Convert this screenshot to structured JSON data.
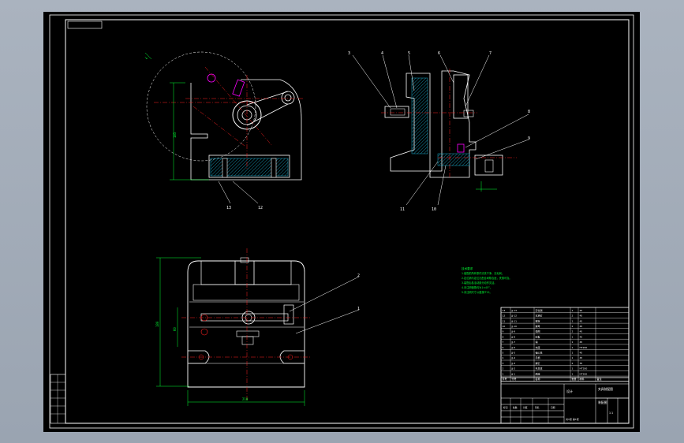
{
  "drawing": {
    "colors": {
      "background": "#000000",
      "outline": "#ffffff",
      "center_line": "#ff2020",
      "dimension": "#00ff33",
      "hatch": "#19a8c8",
      "pin": "#ff00ff",
      "frame_bg": "#a9b2be"
    },
    "balloon_labels": {
      "side_view": [
        "3",
        "4",
        "5",
        "6",
        "7",
        "8",
        "9",
        "11",
        "10"
      ],
      "front_view": [
        "13",
        "12"
      ],
      "top_view": [
        "2",
        "1"
      ]
    },
    "tech_notes_title": "技术要求",
    "tech_notes": [
      "1.装配前所有零件清洗干净，无毛刺。",
      "2.定位销与定位孔配合间隙合适，夹紧可靠。",
      "3.装配后各活动部分动作灵活。",
      "4.未注明倒角均为1×45°。",
      "5.未注明尺寸公差按IT12。"
    ],
    "dimension_text": {
      "front_height": "185",
      "top_width": "210",
      "top_height": "180",
      "top_offset": "60"
    },
    "parts_list_rows": [
      [
        "13",
        "JJ-13",
        "定位销",
        "1",
        "45",
        ""
      ],
      [
        "12",
        "JJ-12",
        "支承钉",
        "2",
        "45",
        ""
      ],
      [
        "11",
        "JJ-11",
        "螺栓",
        "1",
        "45",
        ""
      ],
      [
        "10",
        "JJ-10",
        "螺母",
        "2",
        "45",
        ""
      ],
      [
        "9",
        "JJ-9",
        "垫圈",
        "2",
        "45",
        ""
      ],
      [
        "8",
        "JJ-8",
        "压板",
        "1",
        "45",
        ""
      ],
      [
        "7",
        "JJ-7",
        "销",
        "1",
        "45",
        ""
      ],
      [
        "6",
        "JJ-6",
        "支座",
        "1",
        "HT200",
        ""
      ],
      [
        "5",
        "JJ-5",
        "偏心轮",
        "1",
        "45",
        ""
      ],
      [
        "4",
        "JJ-4",
        "手柄",
        "1",
        "45",
        ""
      ],
      [
        "3",
        "JJ-3",
        "螺钉",
        "2",
        "35",
        ""
      ],
      [
        "2",
        "JJ-2",
        "夹具体",
        "1",
        "HT200",
        ""
      ],
      [
        "1",
        "JJ-1",
        "底座",
        "1",
        "HT200",
        ""
      ]
    ],
    "parts_list_header": [
      "序号",
      "代号",
      "名称",
      "数量",
      "材料",
      "备注"
    ],
    "title_block": {
      "designer": "设计",
      "drawing_name": "夹具装配图",
      "assembly_label": "装配图",
      "scale": "1:1",
      "sheet": "共1张 第1张"
    },
    "revision_block": [
      "标记",
      "处数",
      "分区",
      "签名",
      "日期"
    ]
  }
}
